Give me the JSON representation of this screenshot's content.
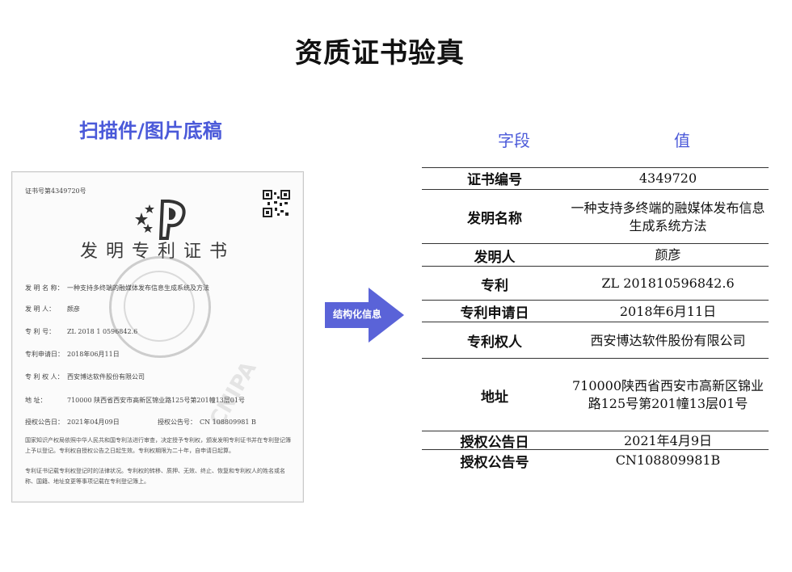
{
  "page": {
    "title": "资质证书验真"
  },
  "left": {
    "heading": "扫描件/图片底稿"
  },
  "arrow": {
    "label": "结构化信息"
  },
  "table": {
    "header_field": "字段",
    "header_value": "值",
    "rows": [
      {
        "field": "证书编号",
        "value": "4349720"
      },
      {
        "field": "发明名称",
        "value": "一种支持多终端的融媒体发布信息生成系统方法"
      },
      {
        "field": "发明人",
        "value": "颜彦"
      },
      {
        "field": "专利",
        "value": "ZL 201810596842.6"
      },
      {
        "field": "专利申请日",
        "value": "2018年6月11日"
      },
      {
        "field": "专利权人",
        "value": "西安博达软件股份有限公司"
      },
      {
        "field": "地址",
        "value": "710000陕西省西安市高新区锦业路125号第201幢13层01号"
      },
      {
        "field": "授权公告日",
        "value": "2021年4月9日"
      },
      {
        "field": "授权公告号",
        "value": "CN108809981B"
      }
    ]
  },
  "certificate": {
    "number_line": "证书号第4349720号",
    "title": "发明专利证书",
    "watermark": "CNIPA",
    "rows": [
      {
        "label": "发 明 名 称：",
        "value": "一种支持多终端的融媒体发布信息生成系统及方法"
      },
      {
        "label": "发   明   人：",
        "value": "颜彦"
      },
      {
        "label": "专   利   号：",
        "value": "ZL 2018 1 0596842.6"
      },
      {
        "label": "专利申请日：",
        "value": "2018年06月11日"
      },
      {
        "label": "专 利 权 人：",
        "value": "西安博达软件股份有限公司"
      },
      {
        "label": "地      址：",
        "value": "710000 陕西省西安市高新区锦业路125号第201幢13层01号"
      },
      {
        "label": "授权公告日：",
        "value": "2021年04月09日"
      },
      {
        "label": "授权公告号：",
        "value": "CN 108809981 B"
      }
    ],
    "para1": "国家知识产权局依照中华人民共和国专利法进行审查，决定授予专利权，颁发发明专利证书并在专利登记簿上予以登记。专利权自授权公告之日起生效。专利权期限为二十年，自申请日起算。",
    "para2": "专利证书记载专利权登记时的法律状况。专利权的转移、质押、无效、终止、恢复和专利权人的姓名或名称、国籍、地址变更等事项记载在专利登记簿上。"
  },
  "colors": {
    "accent": "#4a59d9",
    "arrow": "#5a63d8"
  }
}
